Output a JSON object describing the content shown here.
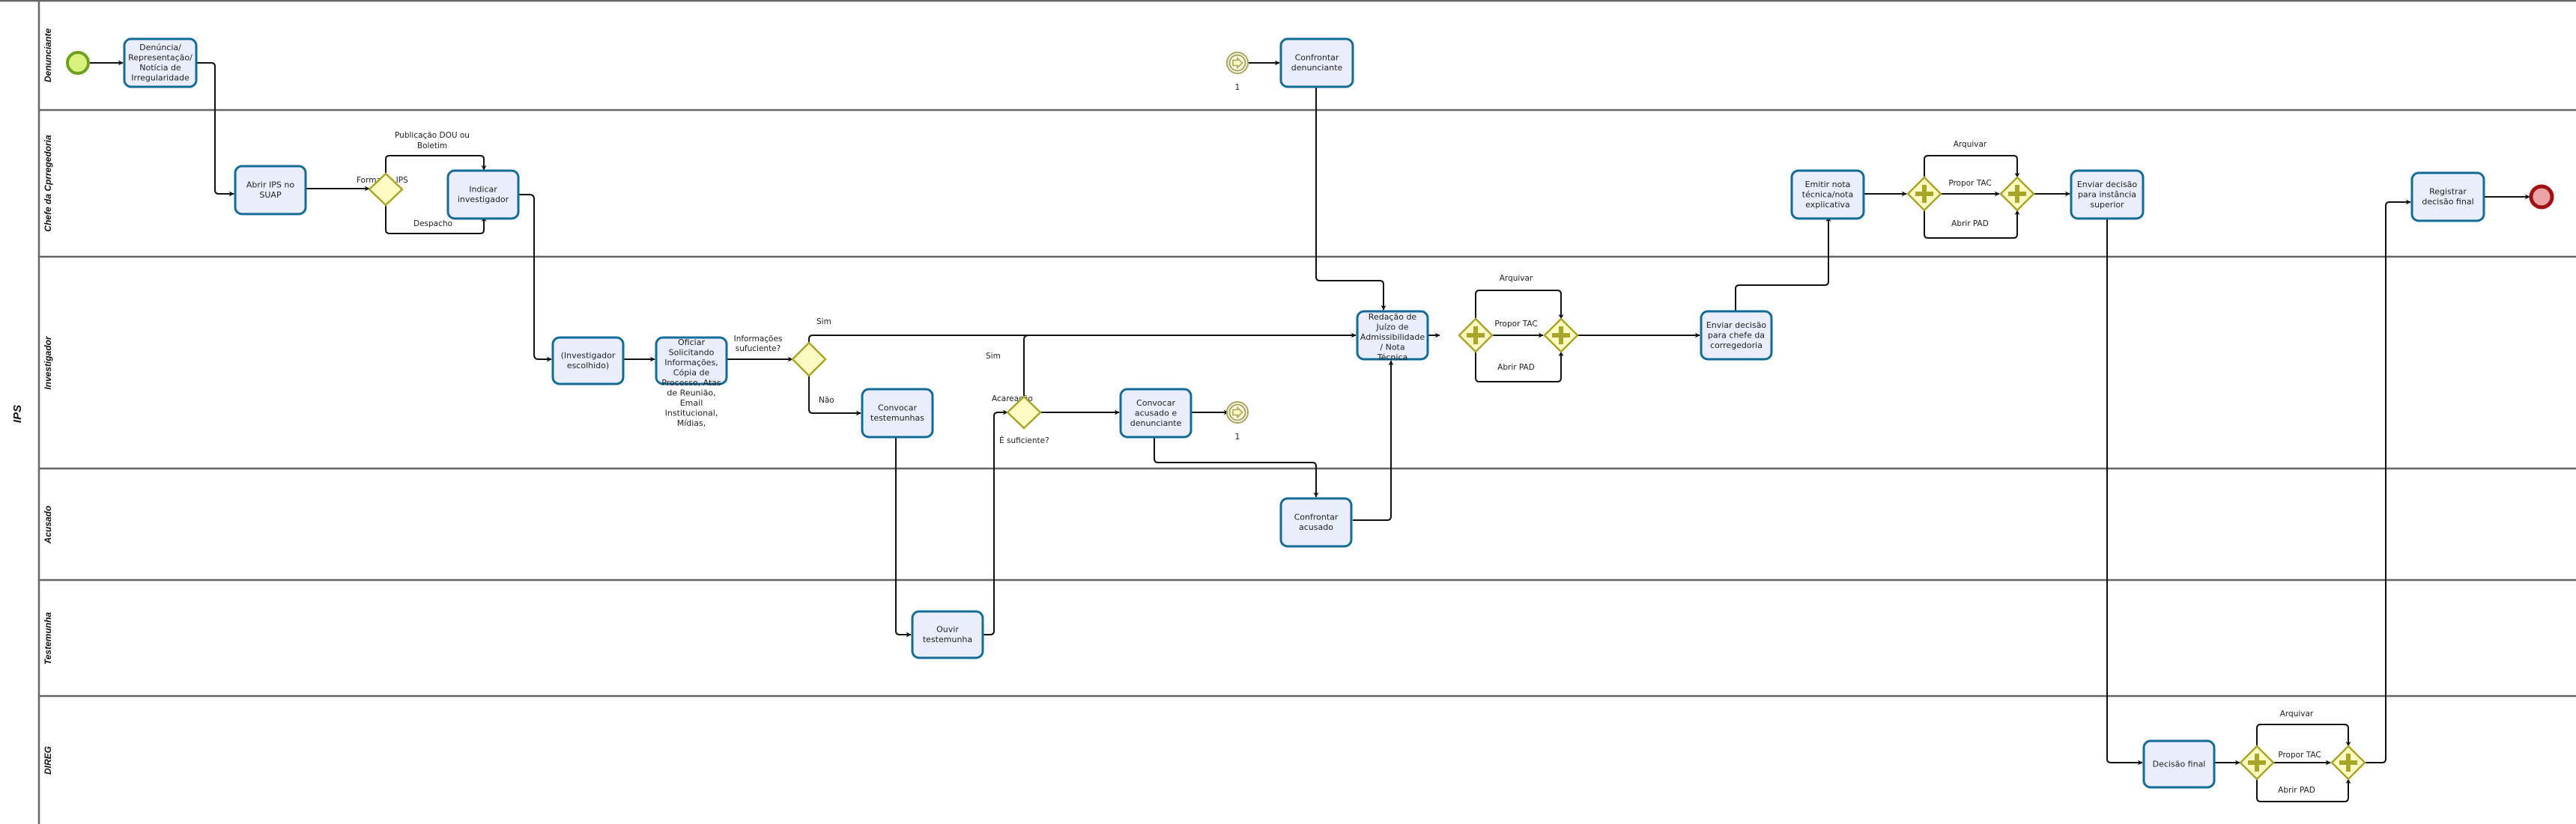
{
  "pool": {
    "title": "IPS"
  },
  "lanes": [
    {
      "id": "denunciante",
      "label": "Denunciante"
    },
    {
      "id": "chefe",
      "label": "Chefe da Cprregedoria"
    },
    {
      "id": "investigador",
      "label": "Investigador"
    },
    {
      "id": "acusado",
      "label": "Acusado"
    },
    {
      "id": "testemunha",
      "label": "Testemunha"
    },
    {
      "id": "direg",
      "label": "DIREG"
    }
  ],
  "tasks": {
    "denuncia": [
      "Denúncia/",
      "Representação/",
      "Notícia de",
      "Irregularidade"
    ],
    "confrontar_denunciante": [
      "Confrontar",
      "denunciante"
    ],
    "abrir_ips": [
      "Abrir IPS no",
      "SUAP"
    ],
    "indicar_investigador": [
      "Indicar",
      "investigador"
    ],
    "emitir_nota": [
      "Emitir nota",
      "técnica/nota",
      "explicativa"
    ],
    "enviar_instancia": [
      "Enviar decisão",
      "para instância",
      "superior"
    ],
    "registrar_decisao": [
      "Registrar",
      "decisão final"
    ],
    "investigador_escolhido": [
      "(Investigador",
      "escolhido)"
    ],
    "oficiar": [
      "Oficiar",
      "Solicitando",
      "Informações,",
      "Cópia de",
      "Processo, Atas",
      "de Reunião,",
      "Email",
      "Institucional,",
      "Mídias,"
    ],
    "convocar_testemunhas": [
      "Convocar",
      "testemunhas"
    ],
    "convocar_acusado_denunciante": [
      "Convocar",
      "acusado e",
      "denunciante"
    ],
    "redacao_juizo": [
      "Redação de",
      "Juízo de",
      "Admissibilidade",
      "/ Nota",
      "Técnica"
    ],
    "enviar_chefe": [
      "Enviar decisão",
      "para chefe da",
      "corregedoria"
    ],
    "confrontar_acusado": [
      "Confrontar",
      "acusado"
    ],
    "ouvir_testemunha": [
      "Ouvir",
      "testemunha"
    ],
    "decisao_final": [
      "Decisão final"
    ]
  },
  "events": {
    "link_event_label": "1"
  },
  "flow_labels": {
    "forma_ips": "Forma do IPS",
    "publicacao": [
      "Publicação DOU ou",
      "Boletim"
    ],
    "despacho": "Despacho",
    "informacoes": [
      "Informações",
      "sufuciente?"
    ],
    "sim_1": "Sim",
    "nao": "Não",
    "sim_2": "Sim",
    "acareacao": "Acareação",
    "e_suficiente": "É suficiente?",
    "arquivar": "Arquivar",
    "propor_tac": "Propor TAC",
    "abrir_pad": "Abrir PAD"
  }
}
